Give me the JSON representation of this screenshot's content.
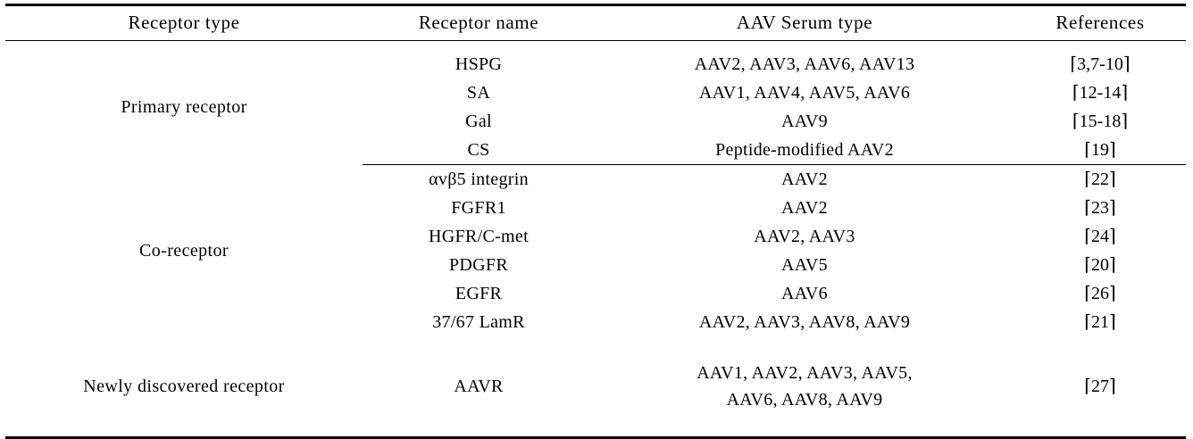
{
  "table": {
    "columns": [
      {
        "key": "receptor_type",
        "label": "Receptor type"
      },
      {
        "key": "receptor_name",
        "label": "Receptor name"
      },
      {
        "key": "aav_serum_type",
        "label": "AAV Serum type"
      },
      {
        "key": "references",
        "label": "References"
      }
    ],
    "groups": [
      {
        "label": "Primary receptor",
        "rows": [
          {
            "receptor_name": "HSPG",
            "aav_serum_type": "AAV2, AAV3, AAV6, AAV13",
            "references": "⌈3,7-10⌉"
          },
          {
            "receptor_name": "SA",
            "aav_serum_type": "AAV1, AAV4, AAV5, AAV6",
            "references": "⌈12-14⌉"
          },
          {
            "receptor_name": "Gal",
            "aav_serum_type": "AAV9",
            "references": "⌈15-18⌉"
          },
          {
            "receptor_name": "CS",
            "aav_serum_type": "Peptide-modified AAV2",
            "references": "⌈19⌉"
          }
        ]
      },
      {
        "label": "Co-receptor",
        "rows": [
          {
            "receptor_name": "αvβ5 integrin",
            "aav_serum_type": "AAV2",
            "references": "⌈22⌉"
          },
          {
            "receptor_name": "FGFR1",
            "aav_serum_type": "AAV2",
            "references": "⌈23⌉"
          },
          {
            "receptor_name": "HGFR/C-met",
            "aav_serum_type": "AAV2, AAV3",
            "references": "⌈24⌉"
          },
          {
            "receptor_name": "PDGFR",
            "aav_serum_type": "AAV5",
            "references": "⌈20⌉"
          },
          {
            "receptor_name": "EGFR",
            "aav_serum_type": "AAV6",
            "references": "⌈26⌉"
          },
          {
            "receptor_name": "37/67 LamR",
            "aav_serum_type": "AAV2, AAV3, AAV8, AAV9",
            "references": "⌈21⌉"
          }
        ]
      },
      {
        "label": "Newly discovered receptor",
        "rows": [
          {
            "receptor_name": "AAVR",
            "aav_serum_type_line1": "AAV1, AAV2, AAV3, AAV5,",
            "aav_serum_type_line2": "AAV6, AAV8, AAV9",
            "references": "⌈27⌉"
          }
        ]
      }
    ]
  }
}
